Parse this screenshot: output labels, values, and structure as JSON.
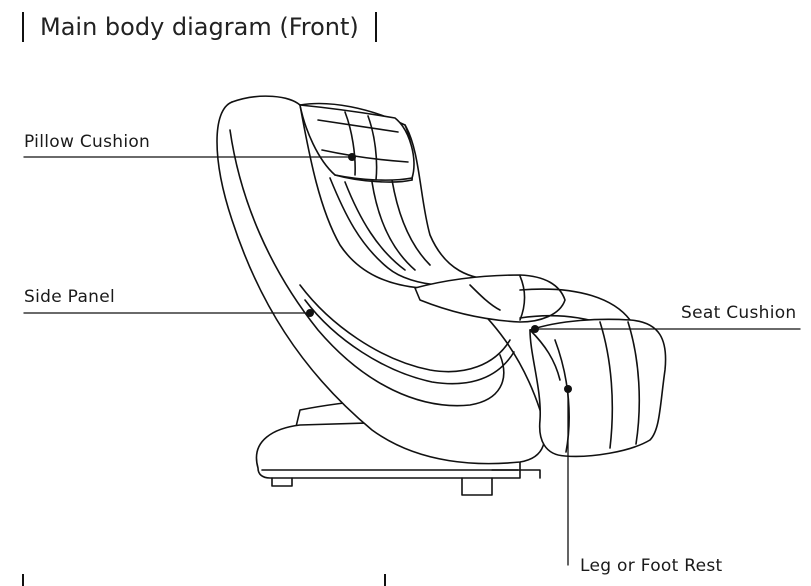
{
  "title": "Main body diagram (Front)",
  "labels": {
    "pillow_cushion": "Pillow Cushion",
    "side_panel": "Side Panel",
    "seat_cushion": "Seat Cushion",
    "leg_foot_rest": "Leg or Foot Rest"
  },
  "colors": {
    "line": "#111111",
    "background": "#ffffff"
  }
}
